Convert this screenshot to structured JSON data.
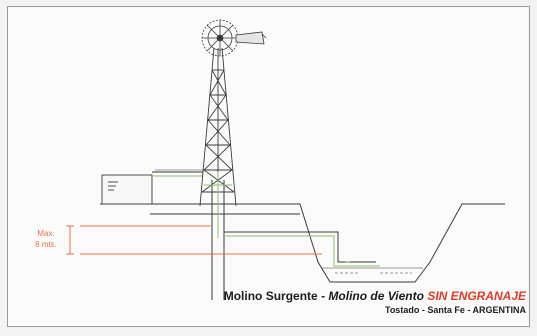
{
  "labels": {
    "depth_max": "Max.",
    "depth_value": "8 mts."
  },
  "caption": {
    "name": "Molino Surgente",
    "separator": " - ",
    "subtitle": "Molino de Viento",
    "highlight": "SIN ENGRANAJE",
    "location": "Tostado - Santa Fe - ARGENTINA"
  },
  "colors": {
    "accent": "#e23a2a",
    "depth": "#e6764a",
    "pipe_green": "#8fbf6a",
    "structure": "#3a3a3a"
  }
}
